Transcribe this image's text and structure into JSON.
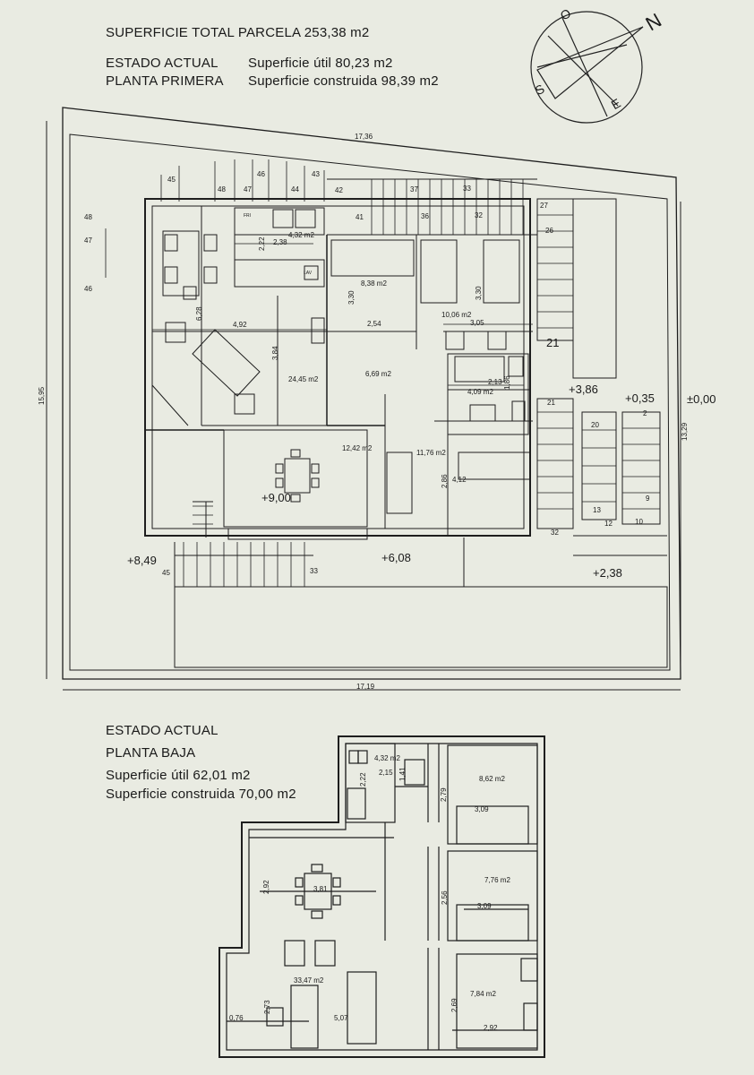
{
  "header": {
    "total": "SUPERFICIE TOTAL PARCELA 253,38 m2",
    "estado": "ESTADO ACTUAL",
    "planta": "PLANTA PRIMERA",
    "util": "Superficie útil 80,23 m2",
    "construida": "Superficie construida  98,39 m2"
  },
  "compass": {
    "n": "N",
    "s": "S",
    "e": "E",
    "o": "O"
  },
  "upper_plan": {
    "dims": {
      "top": "17,36",
      "bottom": "17,19",
      "left": "15,95",
      "right": "13,29",
      "d628": "6,28",
      "d492": "4,92",
      "d384": "3,84",
      "d222": "2,22",
      "d238": "2,38",
      "d330a": "3,30",
      "d254": "2,54",
      "d330b": "3,30",
      "d305": "3,05",
      "d213": "2,13",
      "d186": "1,86",
      "d286": "2,86",
      "d412": "4,12"
    },
    "areas": {
      "a432": "4,32 m2",
      "a838": "8,38 m2",
      "a1006": "10,06 m2",
      "a2445": "24,45 m2",
      "a669": "6,69 m2",
      "a409": "4,09 m2",
      "a1242": "12,42 m2",
      "a1176": "11,76 m2"
    },
    "levels": {
      "l900": "+9,00",
      "l849": "+8,49",
      "l608": "+6,08",
      "l386": "+3,86",
      "l035": "+0,35",
      "l000": "±0,00",
      "l238": "+2,38"
    },
    "steps": {
      "s48a": "48",
      "s47a": "47",
      "s46a": "46",
      "s45": "45",
      "s48": "48",
      "s47": "47",
      "s46": "46",
      "s44": "44",
      "s43": "43",
      "s42": "42",
      "s41": "41",
      "s37": "37",
      "s36": "36",
      "s33": "33",
      "s32": "32",
      "s27": "27",
      "s26": "26",
      "s21a": "21",
      "s21b": "21",
      "s20": "20",
      "s2": "2",
      "s9": "9",
      "s13": "13",
      "s12": "12",
      "s10": "10",
      "s32b": "32",
      "s45b": "45",
      "s33b": "33"
    },
    "fixtures": {
      "fri": "FRI",
      "lav": "LAV"
    }
  },
  "lower_header": {
    "estado": "ESTADO ACTUAL",
    "planta": "PLANTA BAJA",
    "util": "Superficie útil 62,01 m2",
    "construida": "Superficie construida  70,00 m2"
  },
  "lower_plan": {
    "areas": {
      "a432": "4,32 m2",
      "a862": "8,62 m2",
      "a776": "7,76 m2",
      "a3347": "33,47 m2",
      "a784": "7,84 m2"
    },
    "dims": {
      "d215": "2,15",
      "d222": "2,22",
      "d141": "1,41",
      "d279": "2,79",
      "d309a": "3,09",
      "d256": "2,56",
      "d309b": "3,09",
      "d292": "2,92",
      "d381": "3,81",
      "d076": "0,76",
      "d273": "2,73",
      "d507": "5,07",
      "d269": "2,69",
      "d292b": "2,92"
    }
  }
}
